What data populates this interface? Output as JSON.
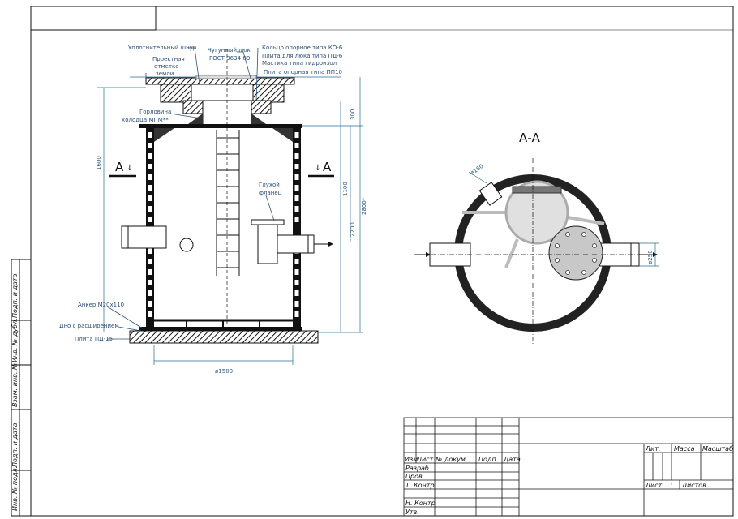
{
  "labels": {
    "seal_cord": "Уплотнительный шнур",
    "ground_mark": "Проектная отметка земли",
    "ground_mark_lines": [
      "Проектная",
      "отметка",
      "земли"
    ],
    "hatch": "Чугунный люк ГОСТ 3634-89",
    "hatch_lines": [
      "Чугунный люк",
      "ГОСТ 3634-89"
    ],
    "ring": "Кольцо опорное типа КО-6",
    "hatch_plate": "Плита для люка типа ПД-6",
    "mastic": "Мастика типа гидроизол",
    "support_plate": "Плита опорная типа ПП10",
    "neck": "Горловина колодца МПМ**",
    "neck_lines": [
      "Горловина",
      "колодца МПМ**"
    ],
    "blind_flange": "Глухой фланец",
    "blind_flange_lines": [
      "Глухой",
      "фланец"
    ],
    "anchor": "Анкер М20х110",
    "bottom": "Дно с расширением",
    "base_plate": "Плита ПД-15",
    "section_mark": "А",
    "section_title": "А-А"
  },
  "dimensions": {
    "d1600": "1600",
    "d300": "300",
    "d1100": "1100",
    "d2200": "2200",
    "d2800": "2800*",
    "diameter_shaft": "ø1500",
    "diameter_small_pipe": "ø160",
    "diameter_pipe": "ø250"
  },
  "side_strip": [
    "Инв. № подл.",
    "Подп. и дата",
    "Взам. инв. №",
    "Инв. № дубл.",
    "Подп. и дата"
  ],
  "title_block": {
    "headers": [
      "Изм",
      "Лист",
      "№ докум",
      "Подп.",
      "Дата"
    ],
    "rows": [
      "Разраб.",
      "Пров.",
      "Т. Контр.",
      "",
      "Н. Контр.",
      "Утв."
    ],
    "lit": "Лит.",
    "mass": "Масса",
    "scale": "Масштаб",
    "sheet": "Лист",
    "sheet_no": "1",
    "sheets": "Листов"
  },
  "colors": {
    "line": "#111111",
    "annotation": "#2a4f7a",
    "dim": "#2a6a90",
    "fill_gray": "#d8d8d8"
  }
}
